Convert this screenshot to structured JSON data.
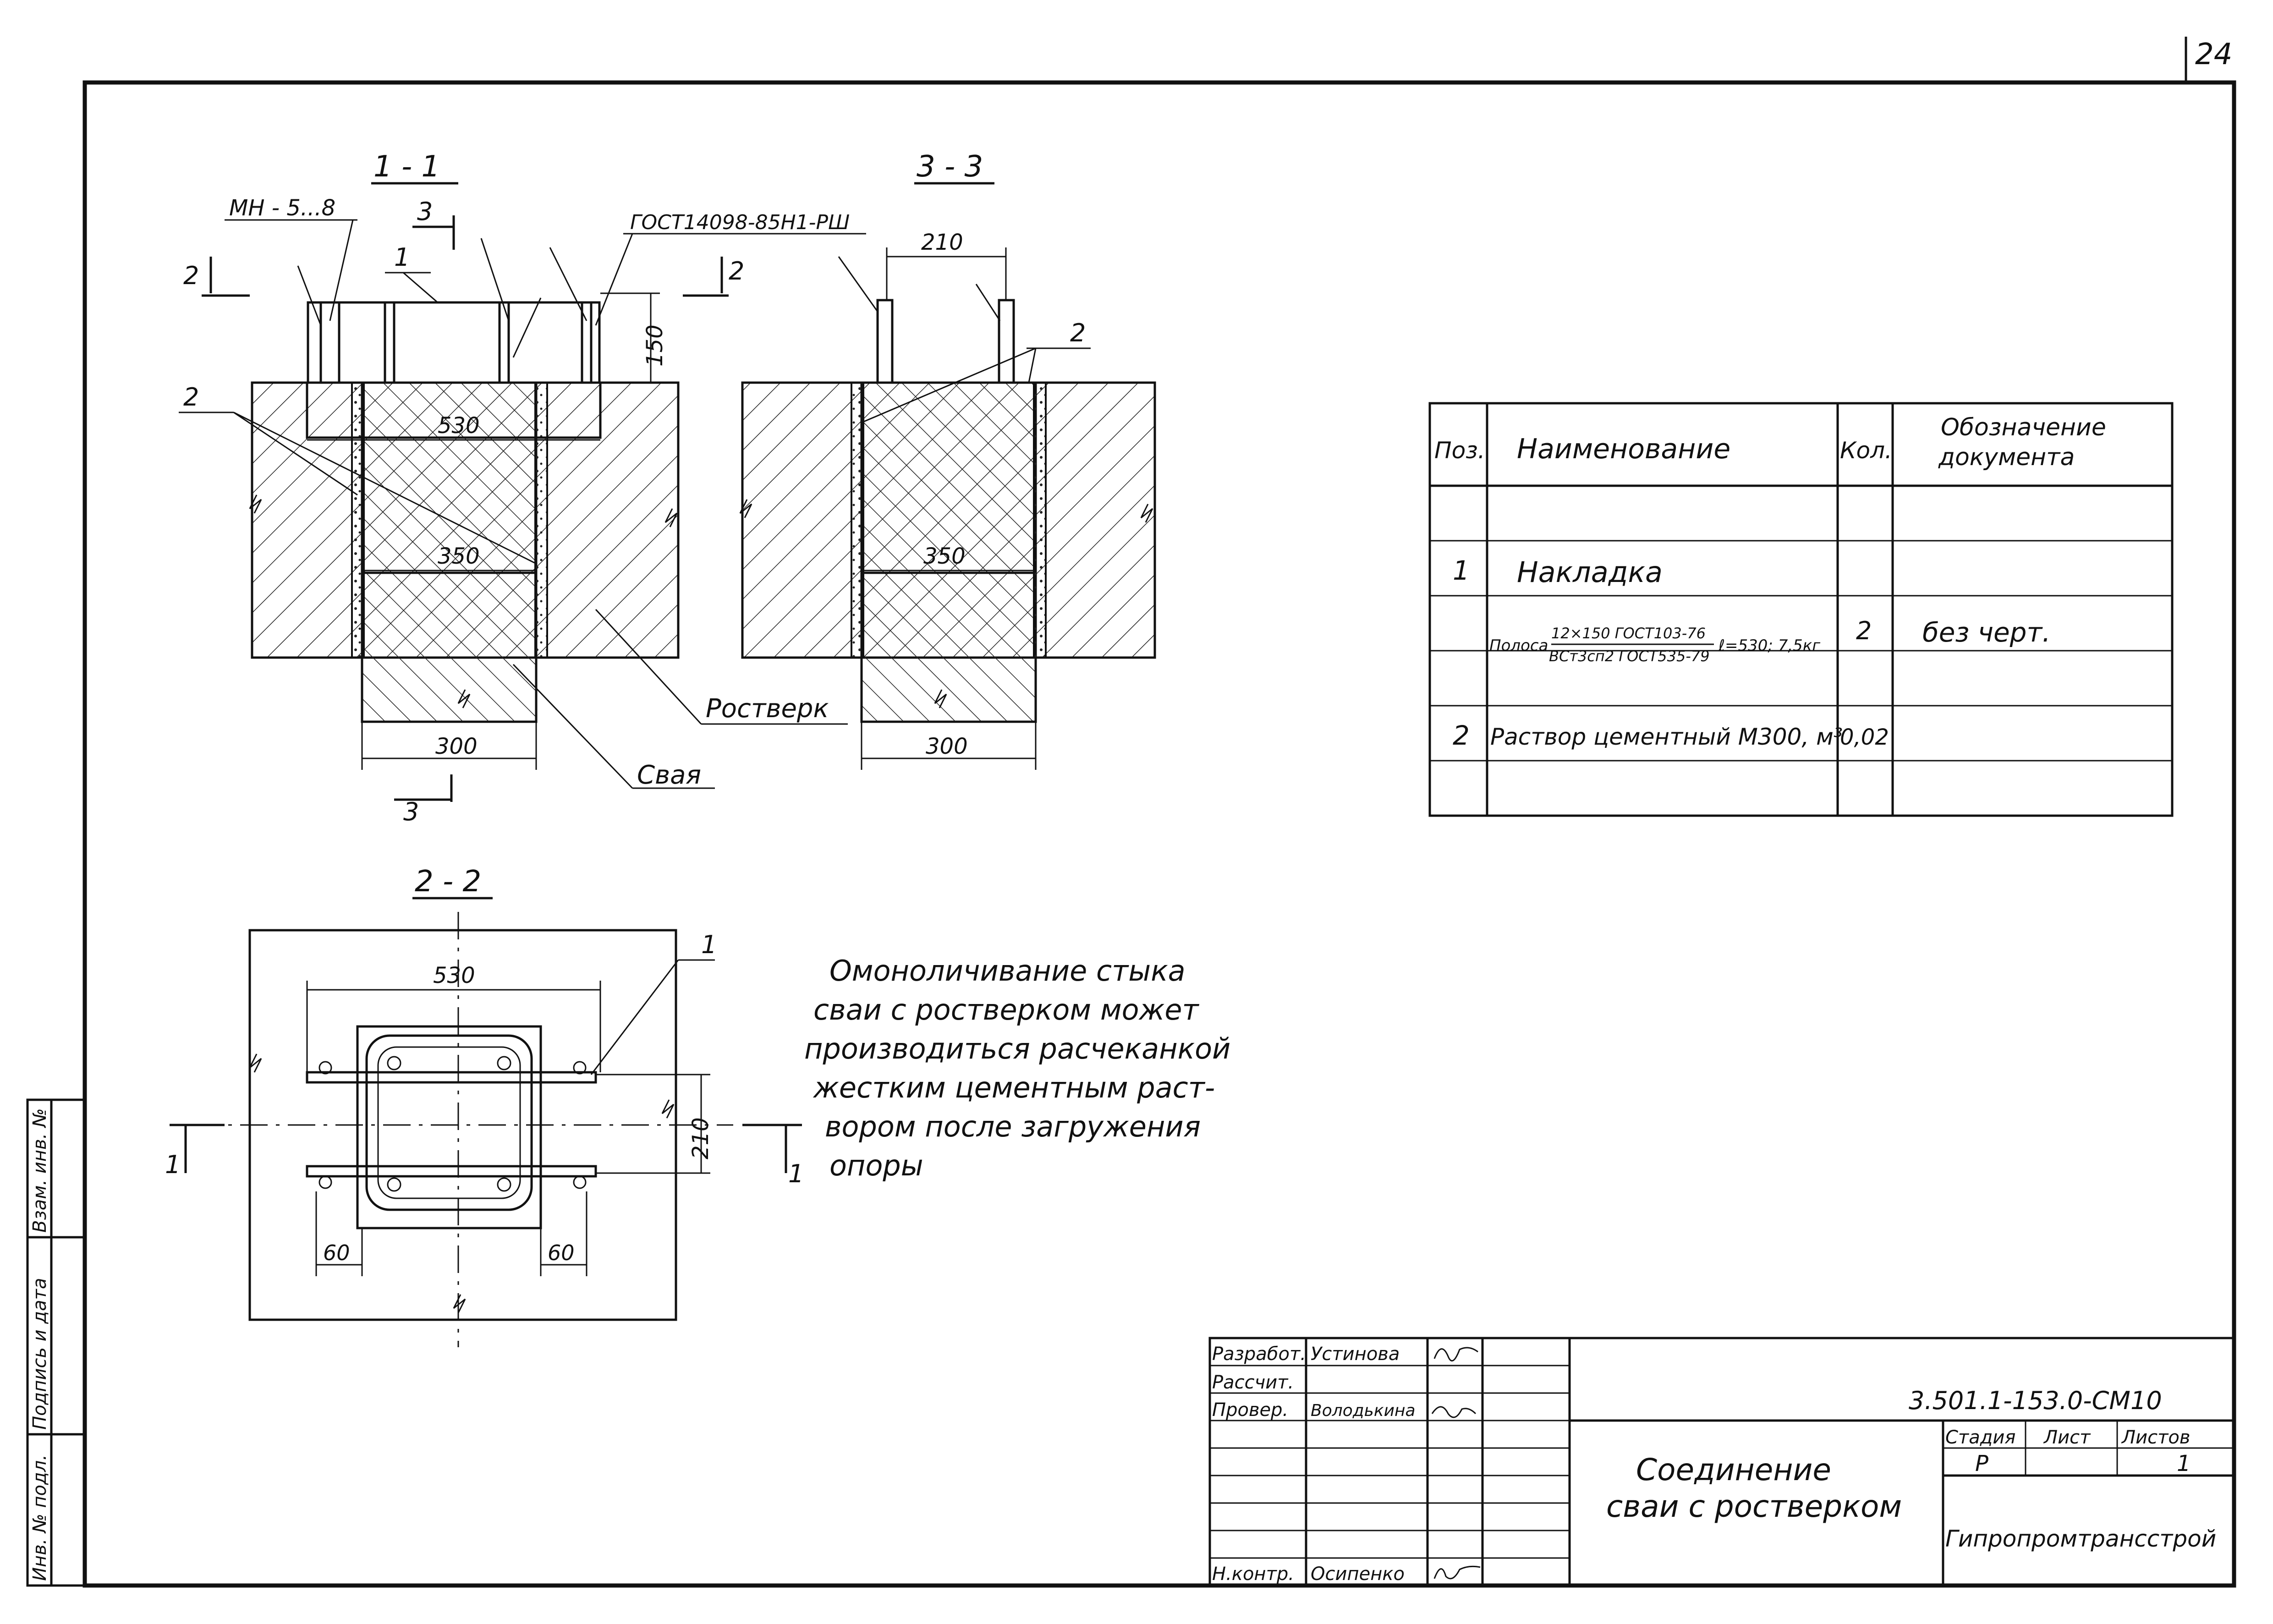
{
  "page_number": "24",
  "section_labels": {
    "s11": "1 - 1",
    "s33": "3 - 3",
    "s22": "2 - 2"
  },
  "callouts": {
    "mn": "МН - 5...8",
    "gost": "ГОСТ14098-85Н1-РШ",
    "cut2_left": "2",
    "cut2_right": "2",
    "cut3_top": "3",
    "cut3_bottom": "3",
    "pos1_a": "1",
    "pos2_a": "2",
    "pos2_b": "2",
    "pos1_b": "1",
    "cut1_left": "1",
    "cut1_right": "1",
    "rostverk": "Ростверк",
    "svaya": "Свая"
  },
  "dimensions": {
    "d530_a": "530",
    "d350_a": "350",
    "d300_a": "300",
    "d150": "150",
    "d210_a": "210",
    "d350_b": "350",
    "d300_b": "300",
    "d530_b": "530",
    "d210_b": "210",
    "d60_a": "60",
    "d60_b": "60"
  },
  "note": {
    "line1": "Омоноличивание стыка",
    "line2": "сваи с ростверком может",
    "line3": "производиться расчеканкой",
    "line4": "жестким цементным раст-",
    "line5": "вором после загружения",
    "line6": "опоры"
  },
  "spec_table": {
    "headers": {
      "pos": "Поз.",
      "name": "Наименование",
      "qty": "Кол.",
      "doc_line1": "Обозначение",
      "doc_line2": "документа"
    },
    "row1": {
      "pos": "1",
      "name": "Накладка"
    },
    "row2": {
      "prefix": "Полоса",
      "num": "12×150 ГОСТ103-76",
      "den": "ВСт3сп2 ГОСТ535-79",
      "suffix": "ℓ=530; 7,5кг",
      "qty": "2",
      "doc": "без черт."
    },
    "row3": {
      "pos": "2",
      "name": "Раствор цементный М300, м³",
      "qty": "0,02"
    }
  },
  "title_block": {
    "roles": {
      "r1": "Разработ.",
      "r2": "Рассчит.",
      "r3": "Провер.",
      "r4": "Н.контр."
    },
    "names": {
      "n1": "Устинова",
      "n3": "Володькина",
      "n4": "Осипенко"
    },
    "code": "3.501.1-153.0-СМ10",
    "title_line1": "Соединение",
    "title_line2": "сваи с ростверком",
    "stage_h": "Стадия",
    "sheet_h": "Лист",
    "sheets_h": "Листов",
    "stage": "Р",
    "sheets": "1",
    "org": "Гипропромтрансстрой"
  },
  "side_stamp": {
    "inv": "Инв. № подл.",
    "sign": "Подпись и дата",
    "vzam": "Взам. инв. №"
  }
}
